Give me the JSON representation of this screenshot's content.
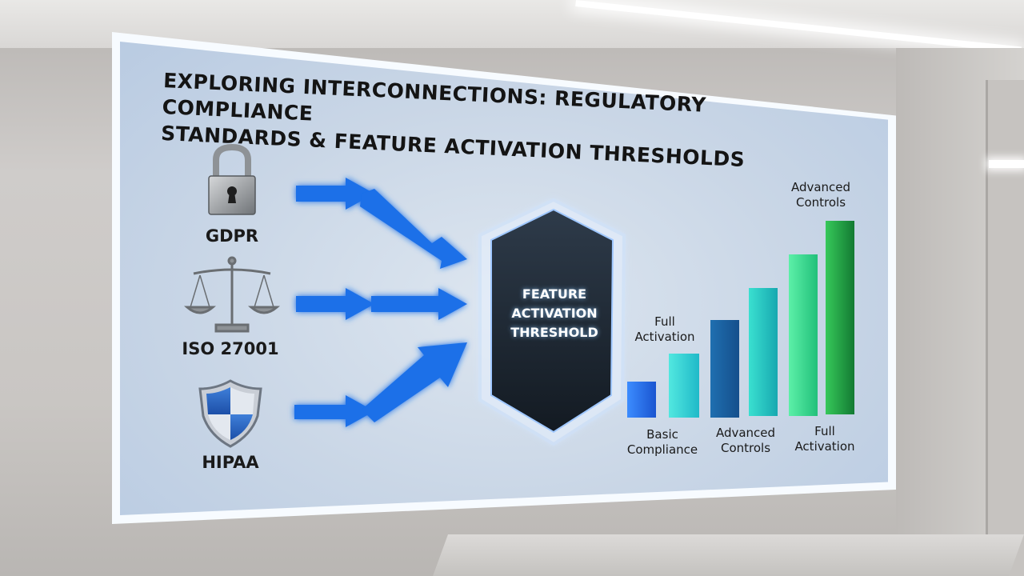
{
  "title": {
    "line1": "Exploring Interconnections: Regulatory Compliance",
    "line2": "Standards & Feature Activation Thresholds"
  },
  "standards": [
    {
      "label": "GDPR",
      "icon": "padlock-icon"
    },
    {
      "label": "ISO 27001",
      "icon": "scales-icon"
    },
    {
      "label": "HIPAA",
      "icon": "shield-icon"
    }
  ],
  "center": {
    "label": "Feature Activation Threshold"
  },
  "bar_labels": {
    "full_activation_top": "Full Activation",
    "advanced_controls_top": "Advanced Controls",
    "basic_compliance": "Basic Compliance",
    "advanced_controls_bottom": "Advanced Controls",
    "full_activation_bottom": "Full Activation"
  },
  "colors": {
    "arrow": "#1a6fe8",
    "hexagon": "#1f2a36",
    "bar_blue": "#1e6be0",
    "bar_teal": "#22c8c0",
    "bar_green": "#1fa94a"
  }
}
